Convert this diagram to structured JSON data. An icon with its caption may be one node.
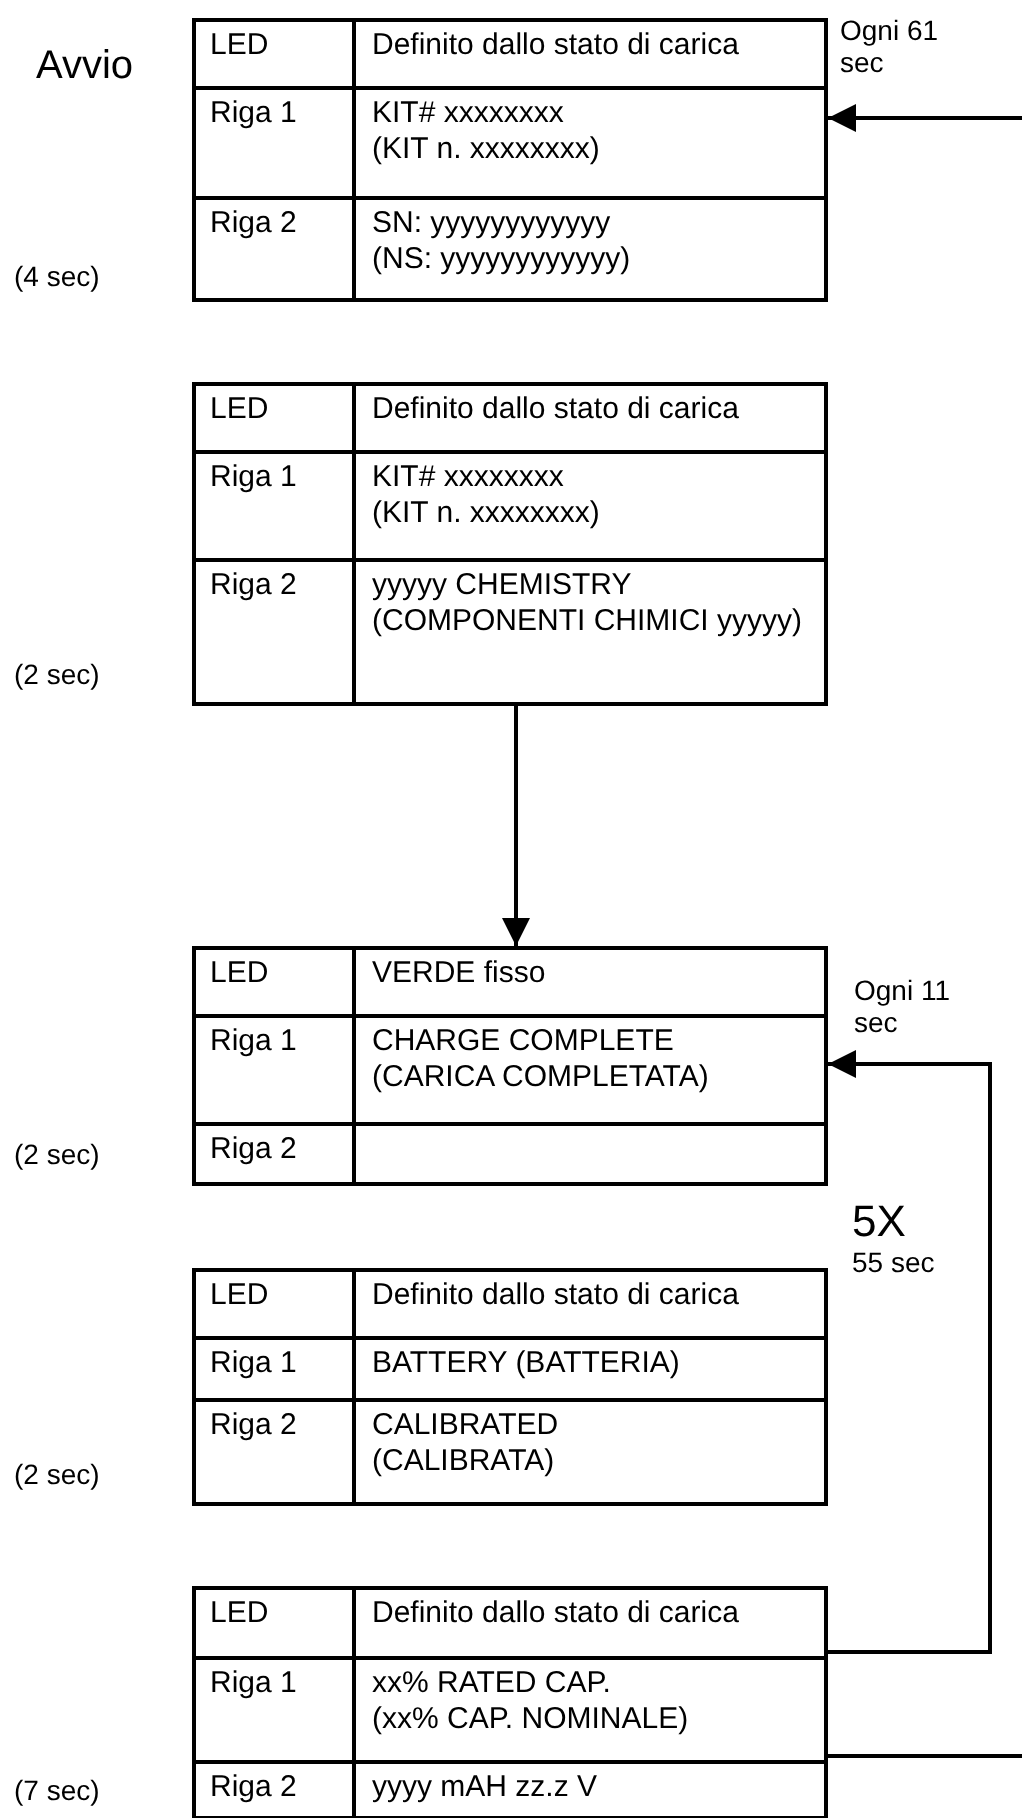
{
  "diagram": {
    "nodes": [
      {
        "text": [
          "LED",
          "Definito dallo stato di carica",
          "Riga 1",
          "KIT# xxxxxxxx",
          "(KIT n. xxxxxxxx)",
          "Riga 2",
          "SN: yyyyyyyyyyyy",
          "(NS: yyyyyyyyyyyy)"
        ],
        "beside": [
          "Avvio",
          "(4 sec)"
        ]
      },
      {
        "text": [
          "LED",
          "Definito dallo stato di carica",
          "Riga 1",
          "KIT# xxxxxxxx",
          "(KIT n. xxxxxxxx)",
          "Riga 2",
          "yyyyy CHEMISTRY",
          "(COMPONENTI CHIMICI yyyyy)"
        ],
        "beside": [
          "(2 sec)"
        ]
      },
      {
        "text": [
          "LED",
          "VERDE fisso",
          "Riga 1",
          "CHARGE COMPLETE",
          "(CARICA COMPLETATA)",
          "Riga 2"
        ],
        "beside": [
          "(2 sec)"
        ]
      },
      {
        "text": [
          "LED",
          "Definito dallo stato di carica",
          "Riga 1",
          "BATTERY (BATTERIA)",
          "Riga 2",
          "CALIBRATED",
          "(CALIBRATA)"
        ],
        "beside": [
          "(2 sec)"
        ]
      },
      {
        "text": [
          "LED",
          "Definito dallo stato di carica",
          "Riga 1",
          "xx% RATED CAP.",
          "(xx% CAP. NOMINALE)",
          "Riga 2",
          "yyyy mAH zz.z V"
        ],
        "beside": [
          "(7 sec)"
        ]
      }
    ],
    "edges": [
      {
        "from": null,
        "to": 0,
        "arrow": "to",
        "label": "Ogni 61 sec"
      },
      {
        "from": 1,
        "to": 2,
        "arrow": "to"
      },
      {
        "from": 4,
        "to": 2,
        "arrow": "to",
        "label": "Ogni 11 sec"
      },
      {
        "from": 4,
        "to": null,
        "arrow": "none"
      }
    ],
    "labels": [
      "5X",
      "55 sec"
    ]
  }
}
